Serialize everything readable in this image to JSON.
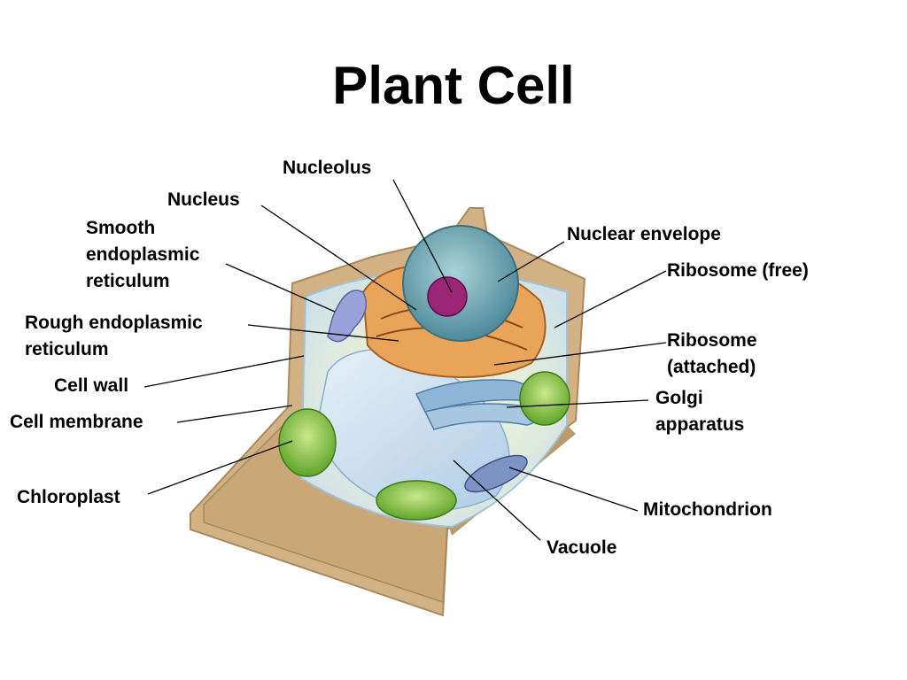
{
  "title": "Plant Cell",
  "labels": {
    "nucleolus": "Nucleolus",
    "nucleus": "Nucleus",
    "smooth_er": "Smooth\nendoplasmic\nreticulum",
    "rough_er": "Rough endoplasmic\nreticulum",
    "cell_wall": "Cell wall",
    "cell_membrane": "Cell membrane",
    "chloroplast": "Chloroplast",
    "nuclear_envelope": "Nuclear envelope",
    "ribosome_free": "Ribosome (free)",
    "ribosome_attached": "Ribosome\n(attached)",
    "golgi": "Golgi\napparatus",
    "mitochondrion": "Mitochondrion",
    "vacuole": "Vacuole"
  },
  "colors": {
    "cell_wall": "#d8b98c",
    "cytoplasm": "#eef4e4",
    "vacuole": "#c9def2",
    "nucleus": "#7fb4bf",
    "nucleolus": "#a0287a",
    "rough_er": "#d9893a",
    "golgi": "#8fb6d6",
    "chloroplast": "#8cc63f",
    "mitochondrion": "#6f86b8"
  }
}
